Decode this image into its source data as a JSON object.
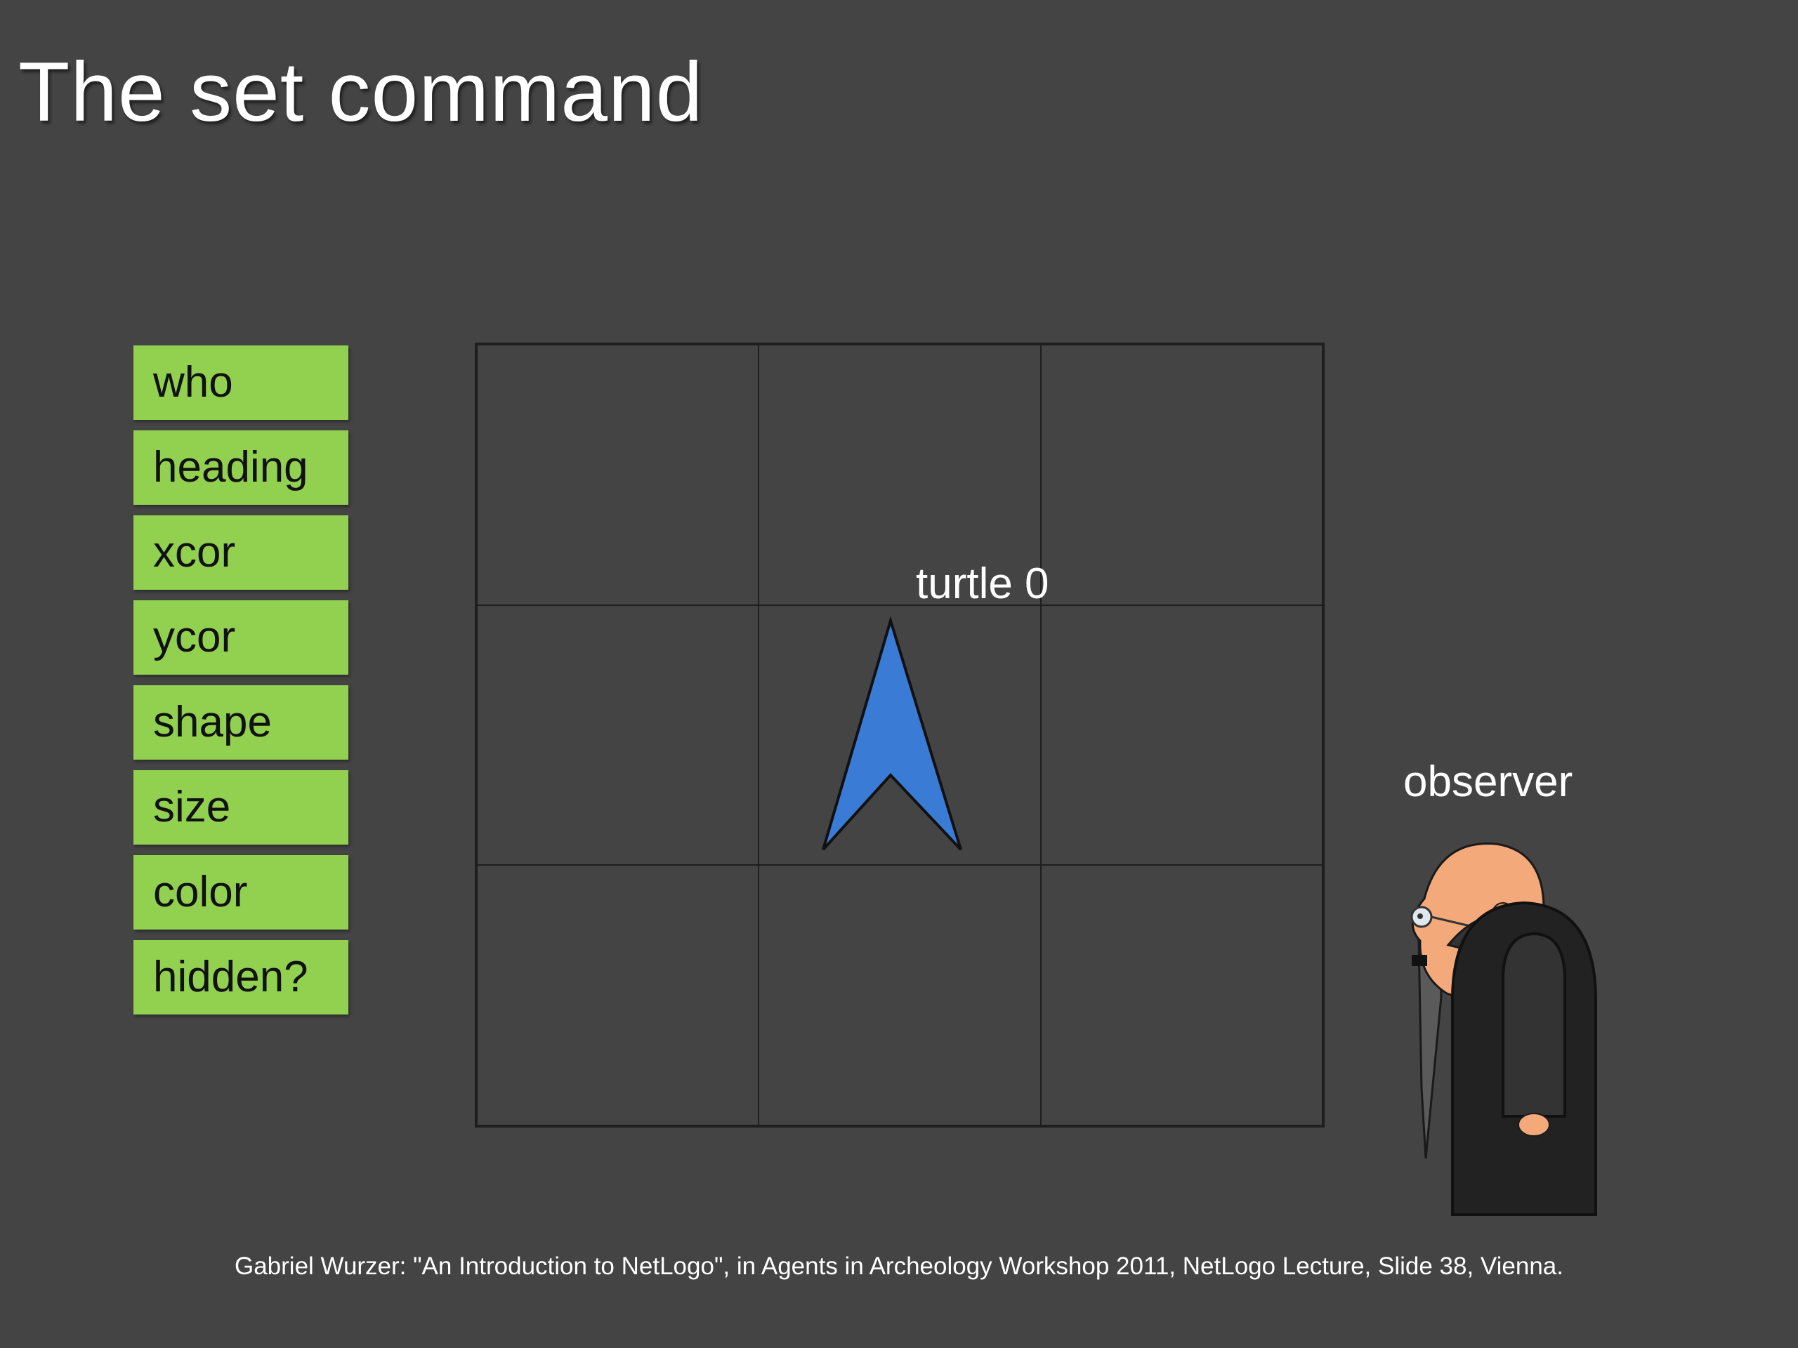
{
  "slide": {
    "title": "The set command",
    "variables": [
      "who",
      "heading",
      "xcor",
      "ycor",
      "shape",
      "size",
      "color",
      "hidden?"
    ],
    "turtle_label": "turtle 0",
    "observer_label": "observer",
    "citation": "Gabriel Wurzer: \"An Introduction to NetLogo\", in Agents in Archeology Workshop 2011, NetLogo Lecture, Slide 38, Vienna."
  },
  "colors": {
    "background": "#444444",
    "variable_box": "#92d050",
    "turtle": "#3a7bd5",
    "grid_lines": "#1e1e1e"
  },
  "icons": {
    "turtle": "arrow-turtle-icon",
    "observer": "observer-person-icon"
  }
}
